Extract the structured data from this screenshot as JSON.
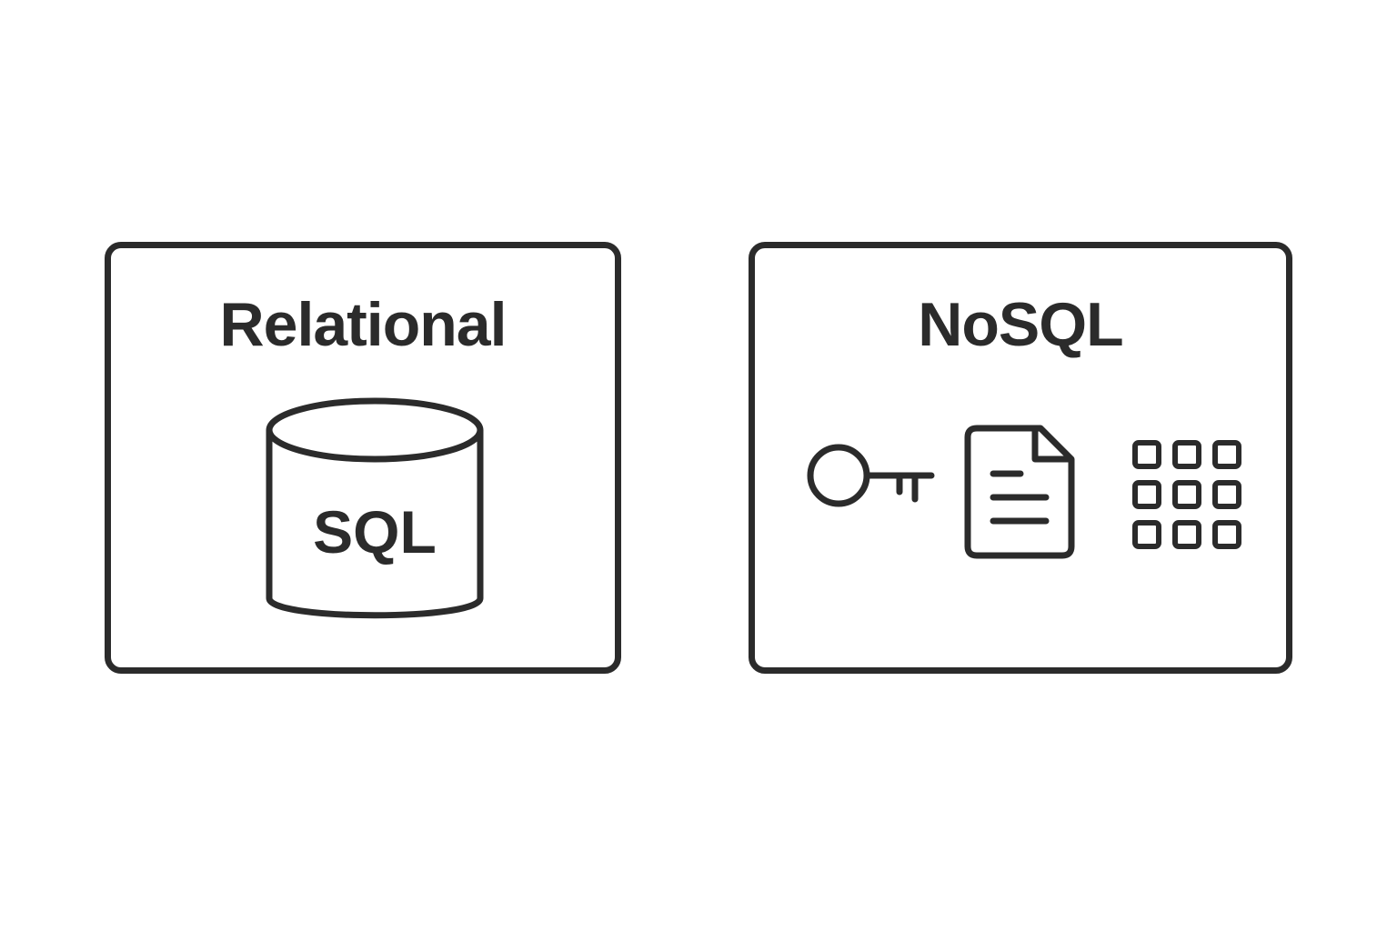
{
  "panels": {
    "relational": {
      "title": "Relational",
      "database_label": "SQL",
      "icon": "database-cylinder-icon"
    },
    "nosql": {
      "title": "NoSQL",
      "icons": [
        "key-icon",
        "document-icon",
        "grid-icon"
      ]
    }
  },
  "colors": {
    "stroke": "#2b2b2b",
    "background": "#ffffff"
  }
}
